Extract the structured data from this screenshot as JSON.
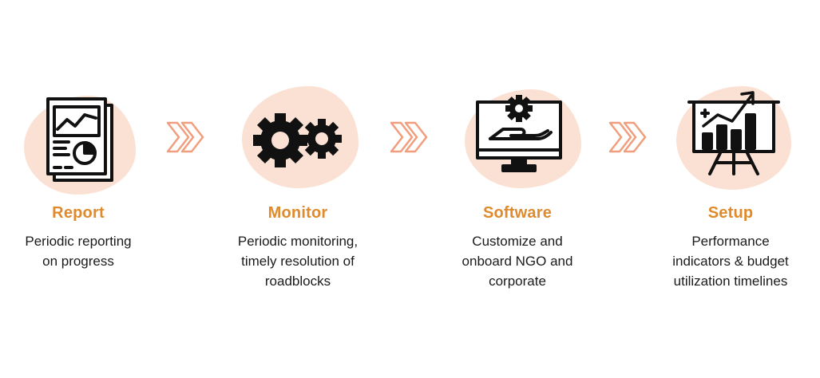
{
  "colors": {
    "accent": "#e08a2c",
    "blob": "#fbe1d3",
    "chevron": "#ef9f7e",
    "icon": "#111111",
    "text": "#1a1a1a"
  },
  "steps": [
    {
      "title": "Report",
      "icon": "report-document-icon",
      "lines": [
        "Periodic reporting",
        "on progress"
      ]
    },
    {
      "title": "Monitor",
      "icon": "gears-icon",
      "lines": [
        "Periodic monitoring,",
        "timely resolution of",
        "roadblocks"
      ]
    },
    {
      "title": "Software",
      "icon": "monitor-gear-hand-icon",
      "lines": [
        "Customize and",
        "onboard NGO and",
        "corporate"
      ]
    },
    {
      "title": "Setup",
      "icon": "presentation-board-chart-icon",
      "lines": [
        "Performance",
        "indicators & budget",
        "utilization timelines"
      ]
    }
  ],
  "connectors": [
    {
      "icon": "double-chevron-right-icon"
    },
    {
      "icon": "double-chevron-right-icon"
    },
    {
      "icon": "double-chevron-right-icon"
    }
  ]
}
